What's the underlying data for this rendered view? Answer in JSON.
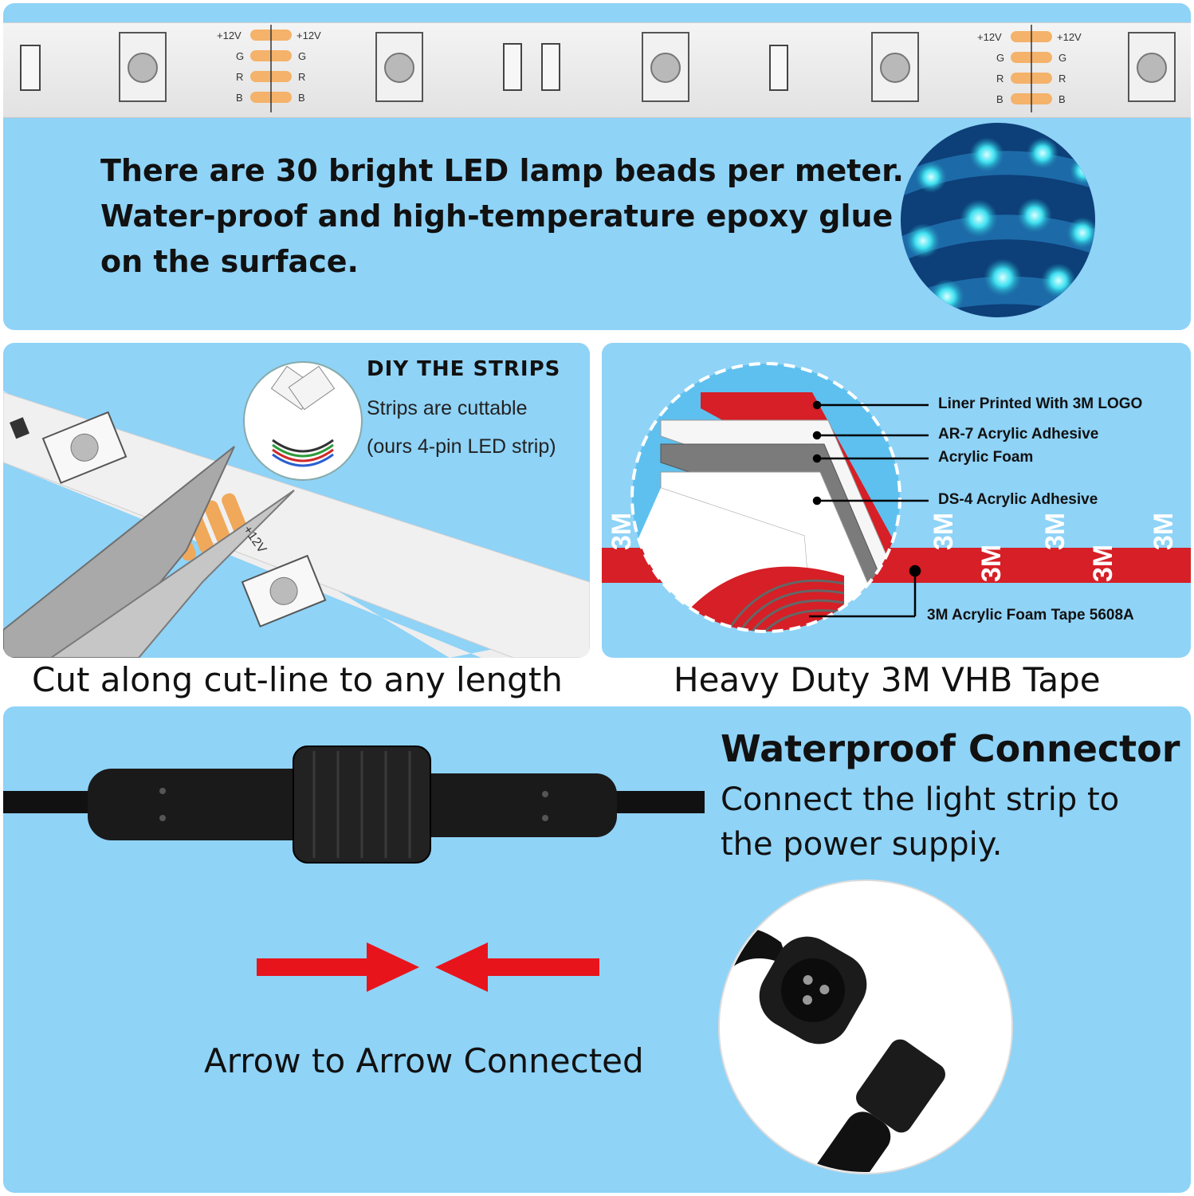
{
  "top": {
    "lines": [
      "There are 30 bright LED lamp beads per meter.",
      "Water-proof and high-temperature epoxy glue",
      "on the surface."
    ],
    "pins_left": [
      "+12V",
      "G",
      "R",
      "B"
    ],
    "pins_right": [
      "+12V",
      "G",
      "R",
      "B"
    ]
  },
  "diy": {
    "title": "DIY THE STRIPS",
    "line1": "Strips are cuttable",
    "line2": "(ours 4-pin LED strip)",
    "strip_mark": "+12V",
    "caption": "Cut along cut-line to any length"
  },
  "tape": {
    "layers": [
      "Liner Printed With 3M LOGO",
      "AR-7 Acrylic Adhesive",
      "Acrylic Foam",
      "DS-4 Acrylic Adhesive",
      "3M Acrylic Foam Tape 5608A"
    ],
    "logo": "3M",
    "caption": "Heavy Duty 3M VHB Tape"
  },
  "connector": {
    "title": "Waterproof Connector",
    "line1": "Connect the light strip to",
    "line2": "the power suppiy.",
    "arrow_caption": "Arrow to Arrow Connected"
  },
  "colors": {
    "panel_bg": "#8fd3f7",
    "arrow_red": "#e8141c",
    "solder_pad": "#f4b26a",
    "tape_red": "#d61f26"
  }
}
